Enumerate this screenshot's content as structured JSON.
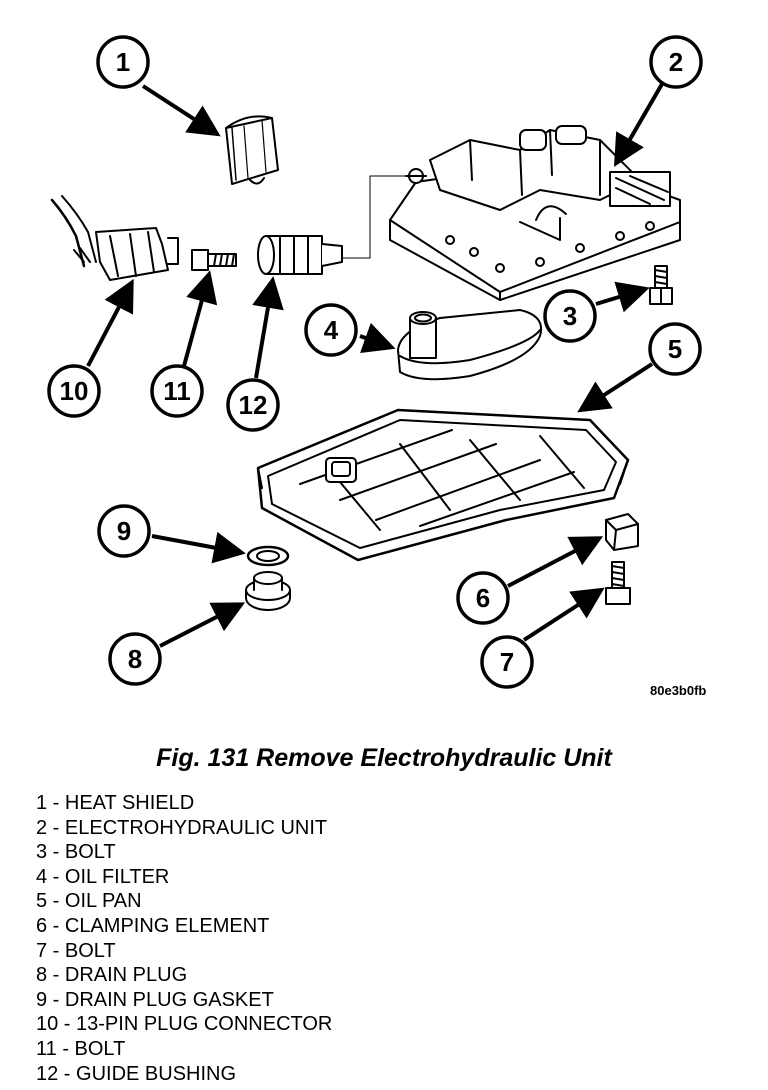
{
  "figure": {
    "title": "Fig. 131 Remove Electrohydraulic Unit",
    "reference_code": "80e3b0fb"
  },
  "callouts": [
    {
      "num": "1",
      "part": "HEAT SHIELD"
    },
    {
      "num": "2",
      "part": "ELECTROHYDRAULIC UNIT"
    },
    {
      "num": "3",
      "part": "BOLT"
    },
    {
      "num": "4",
      "part": "OIL FILTER"
    },
    {
      "num": "5",
      "part": "OIL PAN"
    },
    {
      "num": "6",
      "part": "CLAMPING ELEMENT"
    },
    {
      "num": "7",
      "part": "BOLT"
    },
    {
      "num": "8",
      "part": "DRAIN PLUG"
    },
    {
      "num": "9",
      "part": "DRAIN PLUG GASKET"
    },
    {
      "num": "10",
      "part": "13-PIN PLUG CONNECTOR"
    },
    {
      "num": "11",
      "part": "BOLT"
    },
    {
      "num": "12",
      "part": "GUIDE BUSHING"
    }
  ],
  "legend": [
    "1 - HEAT SHIELD",
    "2 - ELECTROHYDRAULIC UNIT",
    "3 - BOLT",
    "4 - OIL FILTER",
    "5 - OIL PAN",
    "6 - CLAMPING ELEMENT",
    "7 - BOLT",
    "8 - DRAIN PLUG",
    "9 - DRAIN PLUG GASKET",
    "10 - 13-PIN PLUG CONNECTOR",
    "11 - BOLT",
    "12 - GUIDE BUSHING"
  ]
}
